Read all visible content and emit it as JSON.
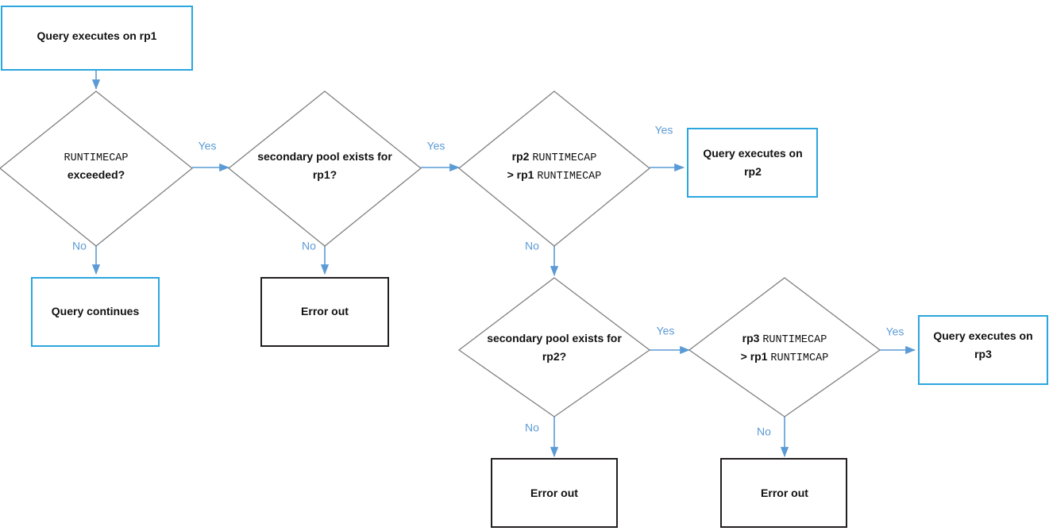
{
  "diagram": {
    "title": "Query runtime cap secondary pool routing flowchart",
    "colors": {
      "terminal_border": "#2BA6DE",
      "error_border": "#231f20",
      "decision_border": "#808080",
      "edge": "#5B9BD5",
      "edge_label": "#5B9BD5",
      "text": "#111111",
      "background": "#ffffff"
    },
    "nodes": [
      {
        "id": "start",
        "type": "process-blue",
        "lines": [
          [
            {
              "text": "Query executes on rp1",
              "mono": false
            }
          ]
        ]
      },
      {
        "id": "d1",
        "type": "decision",
        "lines": [
          [
            {
              "text": "RUNTIMECAP",
              "mono": true
            }
          ],
          [
            {
              "text": "exceeded?",
              "mono": false
            }
          ]
        ]
      },
      {
        "id": "query-continues",
        "type": "process-blue",
        "lines": [
          [
            {
              "text": "Query continues",
              "mono": false
            }
          ]
        ]
      },
      {
        "id": "d2",
        "type": "decision",
        "lines": [
          [
            {
              "text": "secondary pool exists for",
              "mono": false
            }
          ],
          [
            {
              "text": "rp1?",
              "mono": false
            }
          ]
        ]
      },
      {
        "id": "error-1",
        "type": "process-black",
        "lines": [
          [
            {
              "text": "Error out",
              "mono": false
            }
          ]
        ]
      },
      {
        "id": "d3",
        "type": "decision",
        "lines": [
          [
            {
              "text": "rp2 ",
              "mono": false
            },
            {
              "text": "RUNTIMECAP",
              "mono": true
            }
          ],
          [
            {
              "text": "> rp1 ",
              "mono": false
            },
            {
              "text": "RUNTIMECAP",
              "mono": true
            }
          ]
        ]
      },
      {
        "id": "exec-rp2",
        "type": "process-blue",
        "lines": [
          [
            {
              "text": "Query executes on",
              "mono": false
            }
          ],
          [
            {
              "text": "rp2",
              "mono": false
            }
          ]
        ]
      },
      {
        "id": "d4",
        "type": "decision",
        "lines": [
          [
            {
              "text": "secondary pool exists for",
              "mono": false
            }
          ],
          [
            {
              "text": "rp2?",
              "mono": false
            }
          ]
        ]
      },
      {
        "id": "error-2",
        "type": "process-black",
        "lines": [
          [
            {
              "text": "Error out",
              "mono": false
            }
          ]
        ]
      },
      {
        "id": "d5",
        "type": "decision",
        "lines": [
          [
            {
              "text": "rp3 ",
              "mono": false
            },
            {
              "text": "RUNTIMECAP",
              "mono": true
            }
          ],
          [
            {
              "text": "> rp1 ",
              "mono": false
            },
            {
              "text": "RUNTIMCAP",
              "mono": true
            }
          ]
        ]
      },
      {
        "id": "exec-rp3",
        "type": "process-blue",
        "lines": [
          [
            {
              "text": "Query executes on",
              "mono": false
            }
          ],
          [
            {
              "text": "rp3",
              "mono": false
            }
          ]
        ]
      },
      {
        "id": "error-3",
        "type": "process-black",
        "lines": [
          [
            {
              "text": "Error out",
              "mono": false
            }
          ]
        ]
      }
    ],
    "edge_labels": {
      "d1_yes": "Yes",
      "d1_no": "No",
      "d2_yes": "Yes",
      "d2_no": "No",
      "d3_yes": "Yes",
      "d3_no": "No",
      "d4_yes": "Yes",
      "d4_no": "No",
      "d5_yes": "Yes",
      "d5_no": "No"
    }
  }
}
